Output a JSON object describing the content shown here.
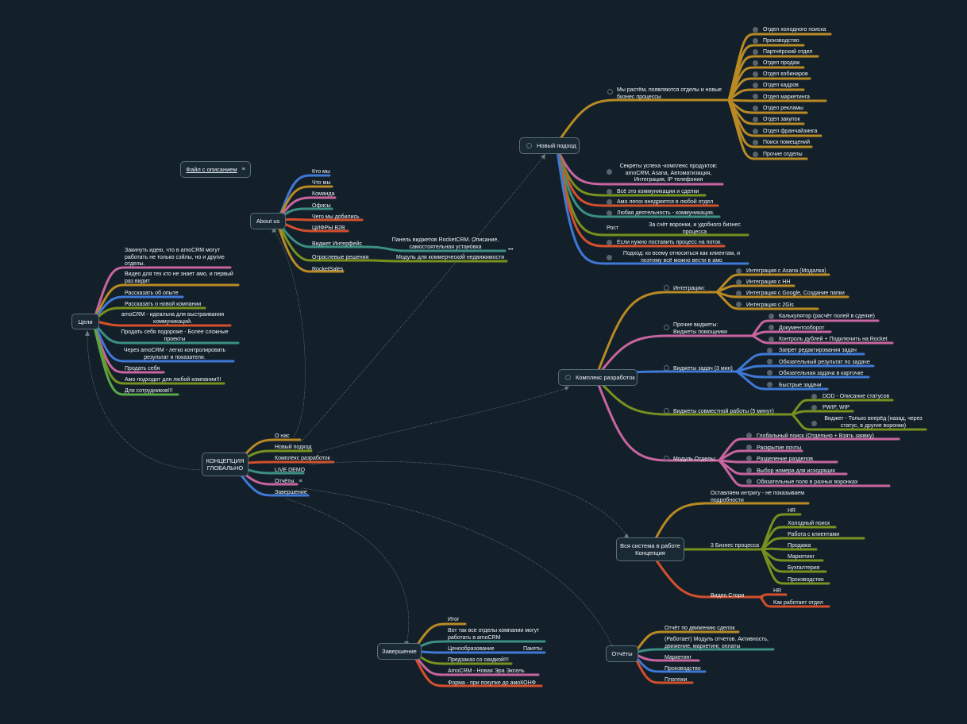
{
  "file_link": "Файл с описанием",
  "central": "КОНЦЕПЦИЯ ГЛОБАЛЬНО",
  "central_branches": [
    "О нас",
    "Новый подход",
    "Комплекс разработок",
    "LIVE DEMO",
    "Отчёты",
    "Завершение"
  ],
  "about": {
    "title": "About us",
    "items": [
      "Кто мы",
      "Что мы",
      "Команда",
      "Офисы",
      "Чего мы добились",
      "ЦИФРЫ B2B",
      "Виджет Интерфейс",
      "Отраслевые решения",
      "RocketSales"
    ],
    "widget_sub": "Панель виджетов RocketCRM. Описание, самостоятельная установка",
    "industry_sub": "Модуль для коммерческой недвижимости",
    "more": "•••"
  },
  "goals": {
    "title": "Цели",
    "items": [
      "Закинуть идею, что в amoCRM могут работать не только сэйлы, но и другие отделы.",
      "Видео для тех кто не знает амо, и первый раз видит",
      "Рассказать об опыте",
      "Рассказать о новой компании",
      "amoCRM - идеальна для выстраивания коммуникаций.",
      "Продать себя подороже - Более сложные проекты",
      "Через amoCRM - легко контролировать результат и показатели.",
      "Продать себя",
      "Амо подходит для любой компании!!!",
      "Для сотрудников!!!"
    ]
  },
  "new_approach": {
    "title": "Новый подход",
    "growth": "Мы растём, появляются отделы и новые бизнес процессы",
    "departments": [
      "Отдел холодного поиска",
      "Производство",
      "Партнёрский отдел",
      "Отдел продаж",
      "Отдел вэбинаров",
      "Отдел кадров",
      "Отдел маркетинга",
      "Отдел рекламы",
      "Отдел закупок",
      "Отдел франчайзинга",
      "Поиск помещений",
      "Прочие отделы"
    ],
    "items": [
      "Секреты успеха -комплекс продуктов: amoCRM, Asana, Автоматизация, Интеграция, IP телефония",
      "Всё это коммуникации и сделки",
      "Амо легко внедряется в любой отдел",
      "Любая деятельность - коммуникация.",
      "Рост",
      "Если нужно поставить процесс на поток.",
      "Подход: ко всему относиться как клиентам, и поэтому всё можно вести в амо"
    ],
    "growth_sub": "За счёт воронки, и удобного бизнес процесса"
  },
  "complex": {
    "title": "Комплекс разработок",
    "integrations": {
      "label": "Интеграции:",
      "items": [
        "Интеграция с Asana (Модалка)",
        "Интеграция с HH",
        "Интеграция с Google, Создание папки",
        "Интеграция с 2Gis"
      ]
    },
    "other_widgets": {
      "label": "Прочие виджеты: Виджеты помощники",
      "items": [
        "Калькулятор (расчёт полей в сделке)",
        "Документооборот",
        "Контроль дублей + Подключить на Rocket"
      ]
    },
    "task_widgets": {
      "label": "Виджеты задач (3 мин)",
      "items": [
        "Запрет редактирования задач",
        "Обязательный результат по задаче",
        "Обязательная задача в карточке",
        "Быстрые задачи"
      ]
    },
    "joint_widgets": {
      "label": "Виджеты совместной работы (5 минут)",
      "items": [
        "DOD - Описание статусов",
        "PWIP, WIP",
        "Виджет - Только вперёд (назад, через статус, в другие воронки)"
      ]
    },
    "departments_module": {
      "label": "Модуль Отделы:",
      "items": [
        "Глобальный поиск (Отдельно + Взять заявку)",
        "Раскрытие почты",
        "Разделение разделов",
        "Выбор номера для исходящих",
        "Обязательные поля в разных воронках"
      ]
    }
  },
  "system": {
    "title": "Вся система в работе Концепция",
    "intrigue": "Оставляем интригу - не показываем подробности",
    "processes_label": "3 Бизнес процесса",
    "processes": [
      "HR",
      "Холодный поиск",
      "Работа с клиентами",
      "Продажа",
      "Маркетинг",
      "Бухгалтерия",
      "Производство"
    ],
    "video_label": "Видео Стори",
    "video_items": [
      "HR",
      "Как работает отдел"
    ]
  },
  "reports": {
    "title": "Отчёты",
    "items": [
      "Отчёт по движению сделок",
      "(Работает) Модуль отчетов. Активность, движение, маркетинг, оплаты",
      "Маркетинг",
      "Производство",
      "Платежи"
    ]
  },
  "finish": {
    "title": "Завершение",
    "items": [
      "Итог",
      "Вот так все отделы компании могут работать в amoCRM",
      "Ценообразование",
      "Предзаказ со скидкой!!!",
      "AmoCRM - Новая Эра Эксель",
      "Форма - при покупке до амоКОНФ"
    ],
    "packets": "Пакеты"
  },
  "colors": {
    "background": "#13202a",
    "yellow": "#b98a24",
    "pink": "#c865a0",
    "red": "#d4502c",
    "blue": "#3f79d6",
    "olive": "#78901f",
    "teal": "#3c8f83",
    "green": "#58a745"
  }
}
